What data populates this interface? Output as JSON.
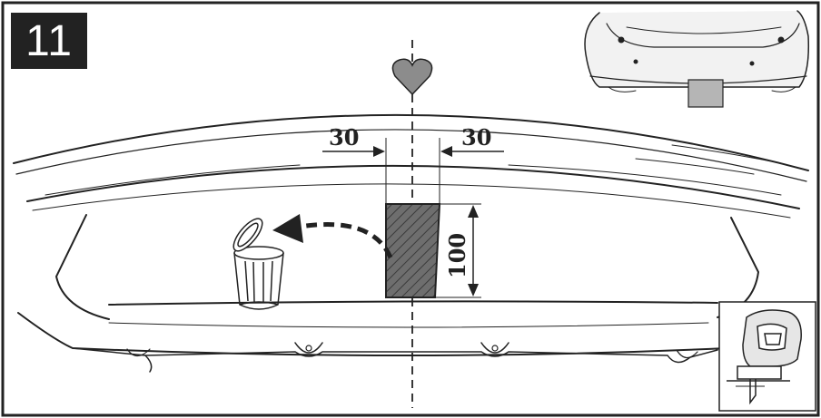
{
  "step": {
    "number": "11"
  },
  "dimensions": {
    "left_offset": "30",
    "right_offset": "30",
    "cutout_height": "100"
  },
  "icons": {
    "center_marker": "heart-icon",
    "disposal": "trash-can-icon",
    "tool": "jigsaw-icon",
    "reference_view": "car-rear-bumper-icon"
  },
  "colors": {
    "badge_background": "#222222",
    "line": "#222222",
    "cutout_fill": "#6e6e6e",
    "heart_fill": "#8c8c8c"
  }
}
